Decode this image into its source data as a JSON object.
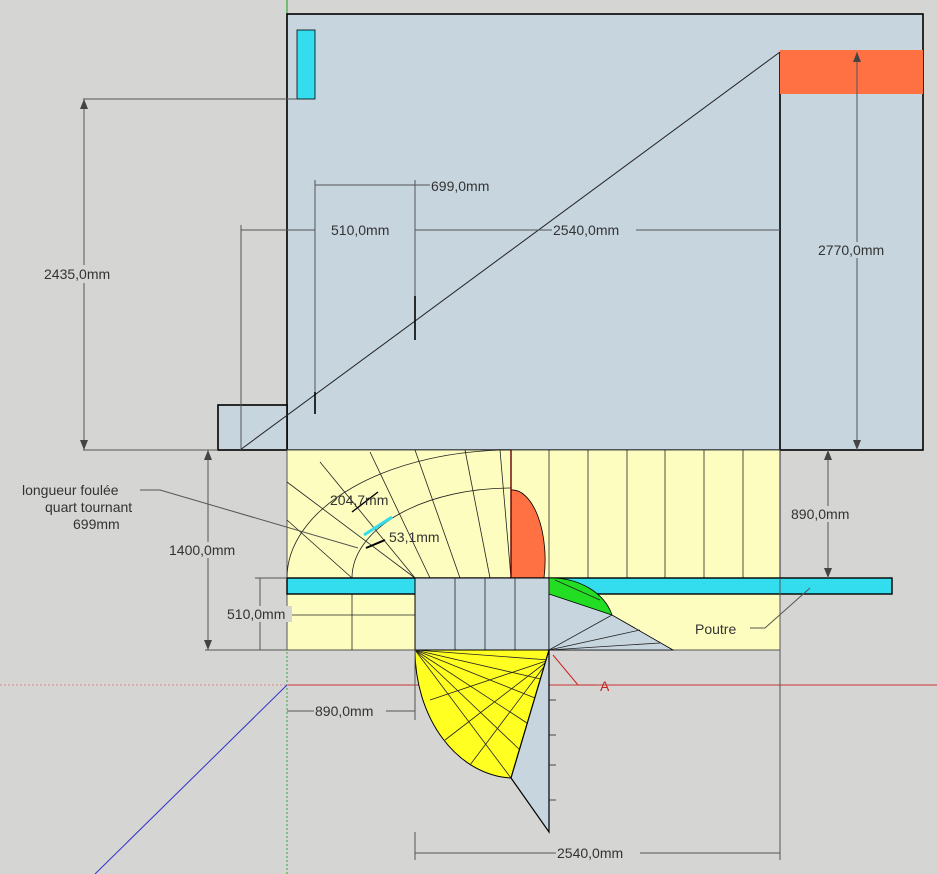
{
  "colors": {
    "background": "#d5d5d3",
    "wall": "#c7d5df",
    "floor": "#fdfdc0",
    "beam": "#33ddee",
    "accent_orange": "#ff7043",
    "green": "#22dd22",
    "yellow": "#ffff22",
    "axis_red": "#cc3333",
    "axis_green": "#33aa33",
    "axis_blue": "#3333cc"
  },
  "dimensions": {
    "height_2435": "2435,0mm",
    "width_699": "699,0mm",
    "width_510_top": "510,0mm",
    "width_2540_top": "2540,0mm",
    "height_2770": "2770,0mm",
    "height_890": "890,0mm",
    "height_1400": "1400,0mm",
    "height_510_left": "510,0mm",
    "width_890_bottom": "890,0mm",
    "width_2540_bottom": "2540,0mm",
    "step_204": "204,7mm",
    "step_53": "53,1mm"
  },
  "labels": {
    "foulee_line1": "longueur foulée",
    "foulee_line2": "quart tournant",
    "foulee_line3": "699mm",
    "beam": "Poutre",
    "point_a": "A"
  }
}
